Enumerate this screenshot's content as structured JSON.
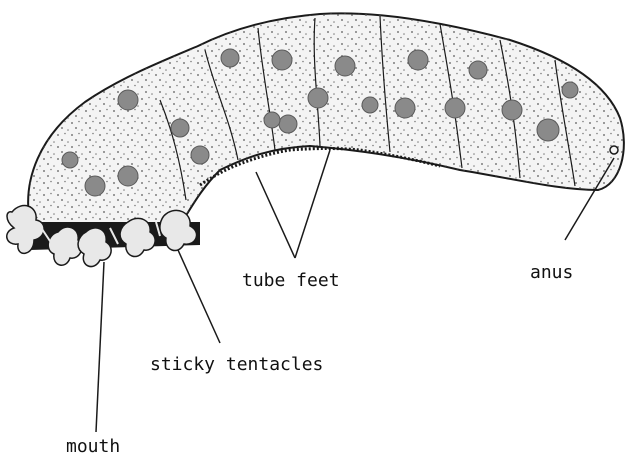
{
  "labels": {
    "tube_feet": "tube feet",
    "anus": "anus",
    "sticky_tentacles": "sticky tentacles",
    "mouth": "mouth"
  },
  "colors": {
    "outline": "#1a1a1a",
    "body_fill": "#f4f4f4",
    "spot_fill": "#8a8a8a",
    "speckle": "#555555",
    "tentacle_dark": "#1a1a1a",
    "tentacle_light": "#e8e8e8"
  }
}
